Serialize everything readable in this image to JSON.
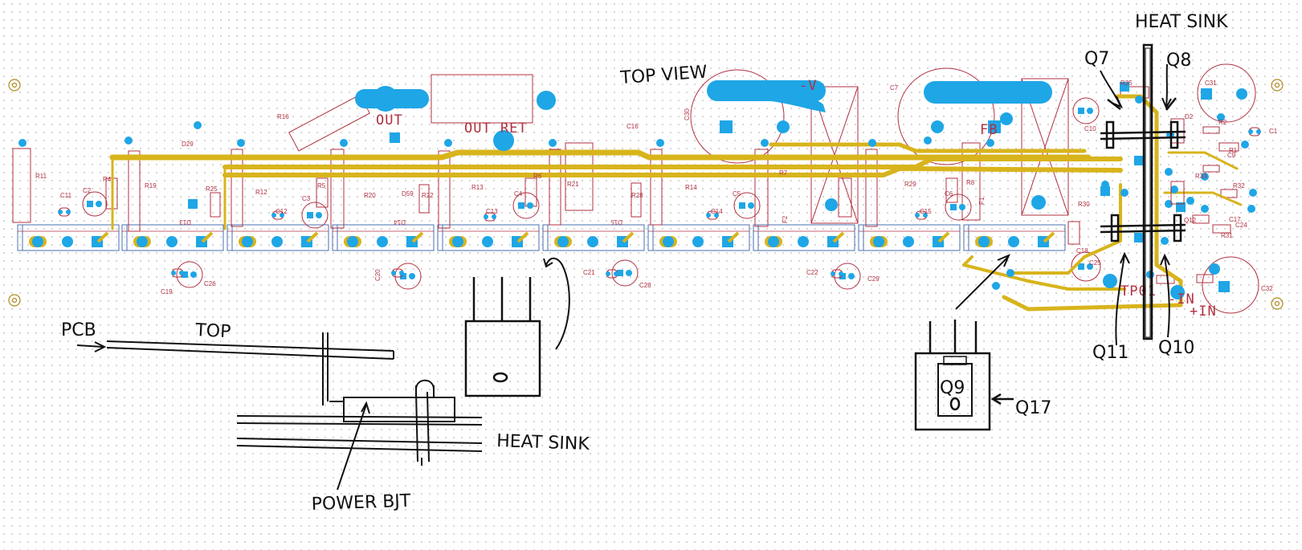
{
  "colors": {
    "trace": "#d8b41c",
    "pad": "#1ea6e6",
    "silkscreen": "#b03040",
    "ink": "#111111"
  },
  "pcb_labels": {
    "out": "OUT",
    "out_ret": "OUT RET",
    "minus_v": "-V",
    "fb": "FB",
    "minus_in": "-IN",
    "plus_in": "+IN",
    "tp": "TP01"
  },
  "annotations": {
    "top_view": "TOP VIEW",
    "heat_sink_top": "HEAT SINK",
    "q7": "Q7",
    "q8": "Q8",
    "q10": "Q10",
    "q11": "Q11",
    "q17": "Q17",
    "pcb": "PCB",
    "top": "TOP",
    "heat_sink_bottom": "HEAT SINK",
    "power_bjt": "POWER BJT",
    "q9_body": "Q9"
  },
  "refs": {
    "r11": "R11",
    "r4": "R4",
    "r19": "R19",
    "r25": "R25",
    "r12": "R12",
    "r5": "R5",
    "r20": "R20",
    "r22": "R22",
    "r13": "R13",
    "r6": "R6",
    "r21": "R21",
    "r28": "R28",
    "r14": "R14",
    "r7": "R7",
    "r29": "R29",
    "r8": "R8",
    "r16": "R16",
    "r35": "R35",
    "r2": "R2",
    "r1": "R1",
    "r33": "R33",
    "r32": "R32",
    "r31": "R31",
    "r30": "R30",
    "c2": "C2",
    "c11": "C11",
    "c3": "C3",
    "c12": "C12",
    "c4": "C4",
    "c13": "C13",
    "c5": "C5",
    "c14": "C14",
    "c6": "C6",
    "c15": "C15",
    "c7": "C7",
    "c16": "C16",
    "c30": "C30",
    "c31": "C31",
    "c32": "C32",
    "c19": "C19",
    "c26": "C26",
    "c20": "C20",
    "c21": "C21",
    "c28": "C28",
    "c22": "C22",
    "c29": "C29",
    "c10": "C10",
    "c18": "C18",
    "c9": "C9",
    "c17": "C17",
    "c24": "C24",
    "c1": "C1",
    "c25": "C25",
    "d29": "D29",
    "d59": "D59",
    "d2": "D2",
    "d13": "D13",
    "d14": "D14",
    "d15": "D15",
    "q12": "Q12",
    "f1": "F1",
    "f2": "F2"
  }
}
